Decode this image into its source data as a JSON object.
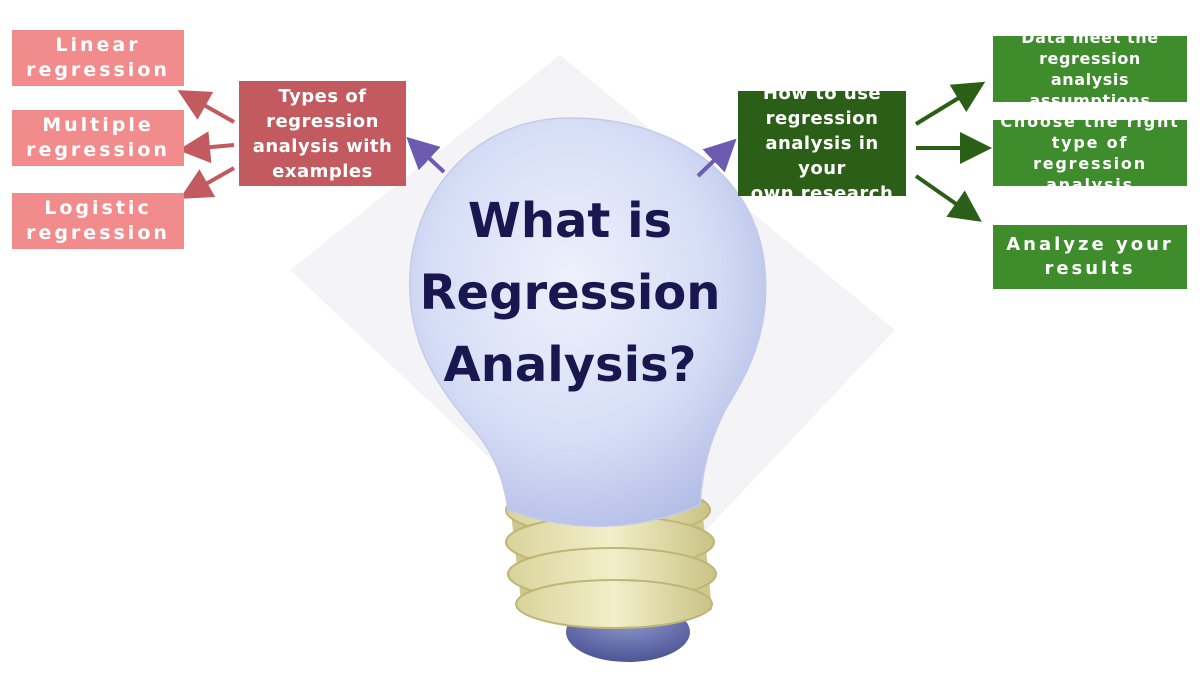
{
  "title": "What is\nRegression\nAnalysis?",
  "left": {
    "hub": "Types of\nregression\nanalysis with\nexamples",
    "items": [
      "Linear\nregression",
      "Multiple\nregression",
      "Logistic\nregression"
    ]
  },
  "right": {
    "hub": "How to use\nregression\nanalysis in your\nown research",
    "items": [
      "Data meet the\nregression analysis\nassumptions",
      "Choose the right\ntype of regression\nanalysis",
      "Analyze your\nresults"
    ]
  },
  "colors": {
    "pink_box": "#f28b8b",
    "red_box": "#c25a5f",
    "dark_green_box": "#2b5f17",
    "green_box": "#3f8c2c",
    "title_text": "#1a1650",
    "bulb_arrow": "#6c5bb0"
  },
  "icons": [
    "lightbulb-illustration",
    "arrow-icon"
  ]
}
